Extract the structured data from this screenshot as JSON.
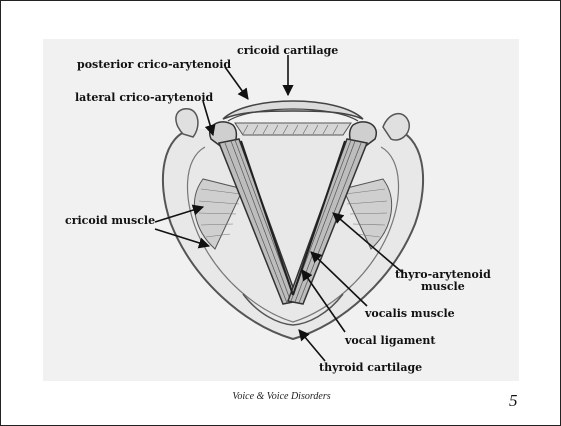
{
  "labels": {
    "cricoid_cartilage": "cricoid cartilage",
    "posterior_crico_arytenoid": "posterior crico-arytenoid",
    "lateral_crico_arytenoid": "lateral crico-arytenoid",
    "cricoid_muscle": "cricoid muscle",
    "thyro_arytenoid": "thyro-arytenoid\nmuscle",
    "vocalis_muscle": "vocalis muscle",
    "vocal_ligament": "vocal ligament",
    "thyroid_cartilage": "thyroid cartilage"
  },
  "footer": {
    "title": "Voice & Voice Disorders",
    "page_number": "5"
  },
  "colors": {
    "figure_background": "#f1f1f1",
    "ink": "#111111"
  }
}
